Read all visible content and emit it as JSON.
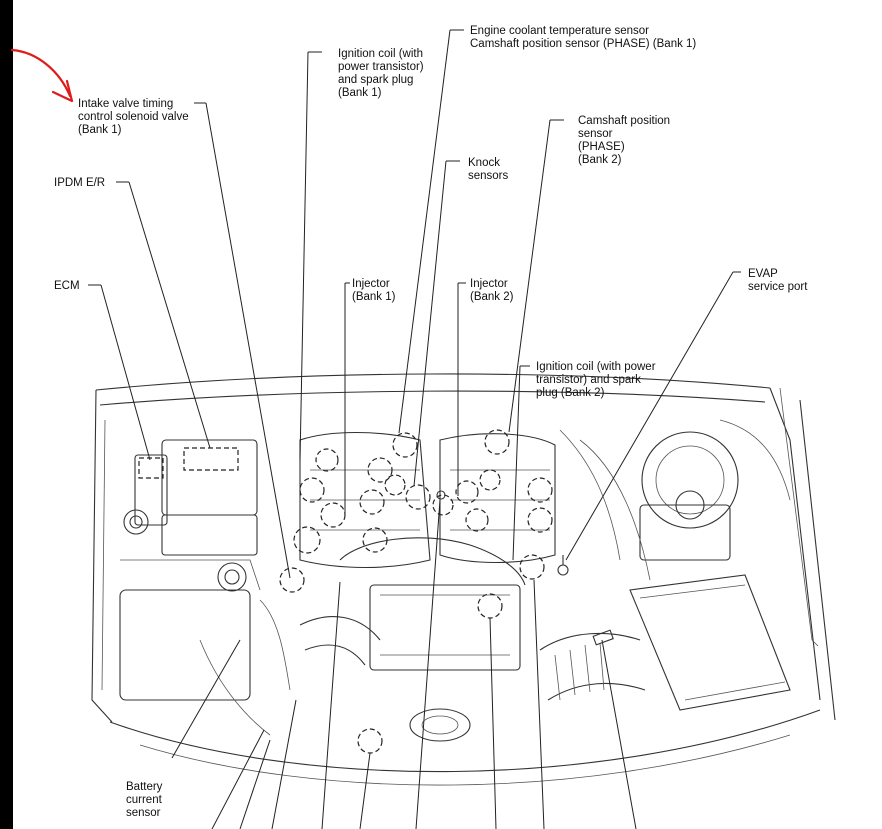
{
  "labels": {
    "intake_valve": [
      "Intake valve timing",
      "control solenoid valve",
      "(Bank 1)"
    ],
    "ipdm": [
      "IPDM E/R"
    ],
    "ecm": [
      "ECM"
    ],
    "ignition_coil_b1": [
      "Ignition coil (with",
      "power transistor)",
      "and spark plug",
      "(Bank 1)"
    ],
    "ect_sensor": [
      "Engine coolant temperature sensor",
      "Camshaft position sensor (PHASE) (Bank 1)"
    ],
    "camshaft_b2": [
      "Camshaft position",
      "sensor",
      "(PHASE)",
      "(Bank 2)"
    ],
    "knock": [
      "Knock",
      "sensors"
    ],
    "injector_b1": [
      "Injector",
      "(Bank 1)"
    ],
    "injector_b2": [
      "Injector",
      "(Bank 2)"
    ],
    "evap": [
      "EVAP",
      "service port"
    ],
    "ignition_coil_b2": [
      "Ignition coil (with power",
      "transistor) and spark",
      "plug (Bank 2)"
    ],
    "battery_sensor": [
      "Battery",
      "current",
      "sensor"
    ]
  },
  "colors": {
    "annotation_arrow": "#e01b1b",
    "line": "#222222",
    "left_edge_bar": "#000000"
  },
  "icons": {
    "annotation": "hand-drawn-arrow-icon"
  }
}
